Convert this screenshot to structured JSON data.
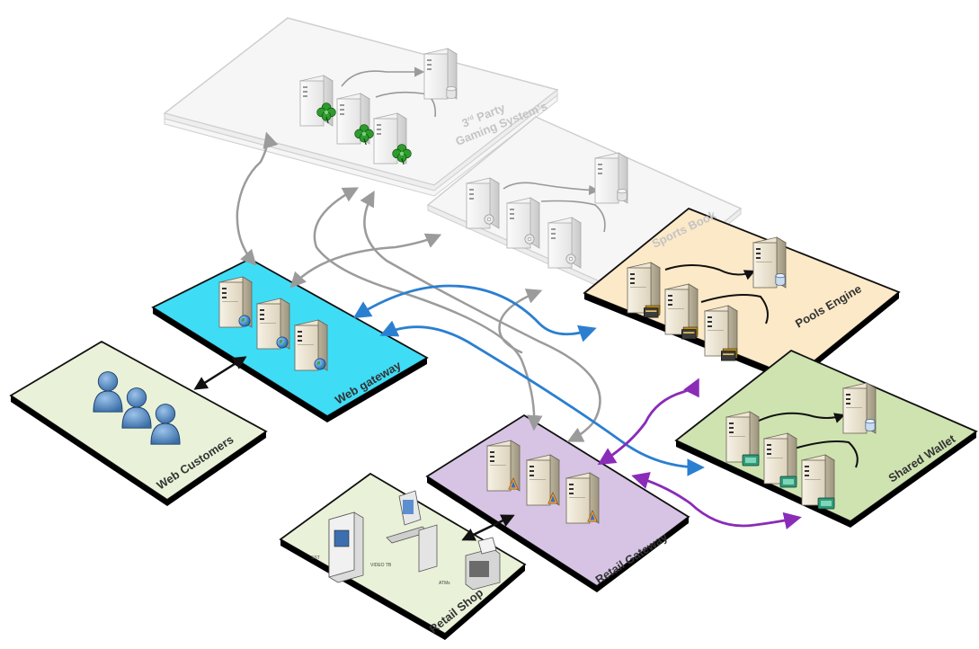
{
  "zones": {
    "third_party": {
      "line1_prefix": "3",
      "line1_sup": "rd",
      "line1_rest": " Party",
      "line2": "Gaming System's",
      "color": "#f4f4f4",
      "stroke": "#cfcfcf"
    },
    "sports_book": {
      "label": "Sports Book",
      "color": "#f4f4f4",
      "stroke": "#cfcfcf"
    },
    "pools_engine": {
      "label": "Pools Engine",
      "color": "#fce9c7"
    },
    "web_gateway": {
      "label": "Web gateway",
      "color": "#3fdcf6"
    },
    "web_customers": {
      "label": "Web Customers",
      "color": "#e9f2d8"
    },
    "retail_gateway": {
      "label": "Retail Gateway",
      "color": "#d7c4e4"
    },
    "shared_wallet": {
      "label": "Shared Wallet",
      "color": "#cfe3b1"
    },
    "retail_shop": {
      "label": "Retail Shop",
      "color": "#e9f2d8",
      "device_labels": {
        "sst": "SST",
        "video": "VIDEO TB",
        "atm": "ATMs"
      }
    }
  },
  "connector_colors": {
    "grey": "#9b9b9b",
    "blue": "#2b7fd0",
    "purple": "#8a2cb8",
    "black": "#111111"
  },
  "icons": [
    "server-icon",
    "database-icon",
    "globe-icon",
    "clover-icon",
    "cd-icon",
    "card-icon",
    "users-icon",
    "kiosk-icon",
    "computer-icon",
    "printer-icon"
  ]
}
